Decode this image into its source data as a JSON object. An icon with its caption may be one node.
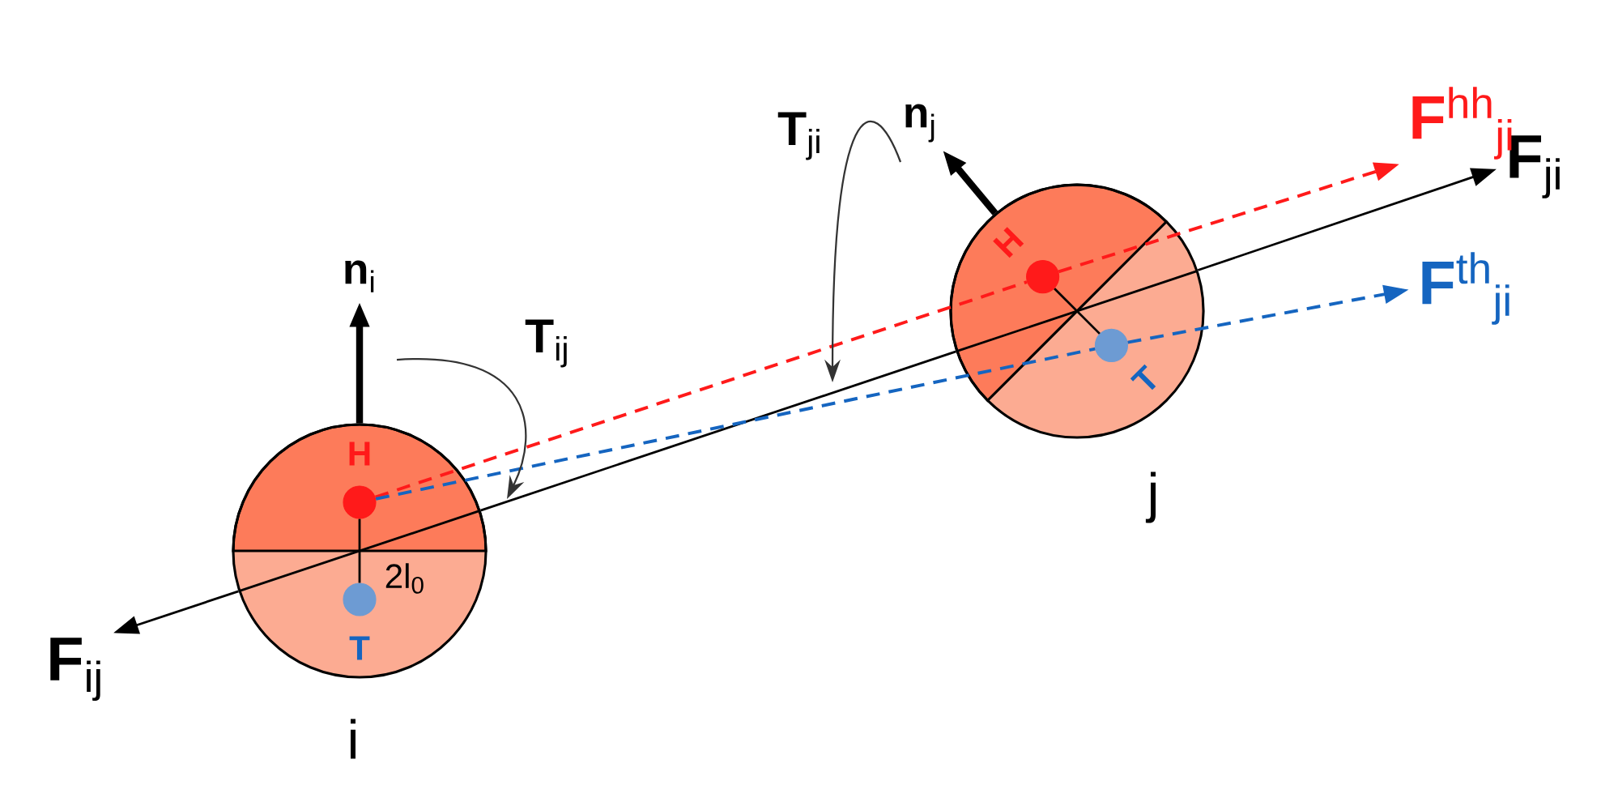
{
  "diagram": {
    "nodes": [
      {
        "text": [
          "H",
          "T"
        ],
        "beside": [
          "i"
        ]
      },
      {
        "text": [],
        "shape": "circle",
        "in": 0
      },
      {
        "text": [],
        "shape": "circle",
        "in": 0
      },
      {
        "text": [
          "H",
          "T"
        ],
        "beside": [
          "j"
        ]
      },
      {
        "text": [],
        "shape": "circle",
        "in": 3
      },
      {
        "text": [],
        "shape": "circle",
        "in": 3
      },
      {
        "text": [
          "**n**$_{i}$"
        ]
      },
      {
        "text": [
          "**n**$_{j}$"
        ]
      },
      {
        "text": [
          "**F**$_{ij}$"
        ]
      },
      {
        "text": [
          "**F**$_{ji}$"
        ]
      },
      {
        "text": [
          "**F**$^{hh}$$_{ji}$"
        ]
      },
      {
        "text": [
          "**F**$^{th}$$_{ji}$"
        ]
      }
    ],
    "edges": [
      {
        "from": 0,
        "to": 8,
        "arrow": "to"
      },
      {
        "from": 0,
        "to": 3,
        "arrow": "none"
      },
      {
        "from": 3,
        "to": 9,
        "arrow": "to"
      },
      {
        "from": 1,
        "to": 4,
        "arrow": "none",
        "style": "dashed",
        "color": "#ff1a1a"
      },
      {
        "from": 4,
        "to": 10,
        "arrow": "to",
        "style": "dashed",
        "color": "#ff1a1a"
      },
      {
        "from": 1,
        "to": 5,
        "arrow": "none",
        "style": "dashed",
        "color": "#1565c0"
      },
      {
        "from": 5,
        "to": 11,
        "arrow": "to",
        "style": "dashed",
        "color": "#1565c0"
      },
      {
        "from": 0,
        "to": 6,
        "arrow": "to",
        "style": "thick"
      },
      {
        "from": 3,
        "to": 7,
        "arrow": "to",
        "style": "thick"
      },
      {
        "from": 1,
        "to": 2,
        "arrow": "none"
      },
      {
        "from": 4,
        "to": 5,
        "arrow": "none"
      }
    ],
    "labels": [
      "**T**$_{ij}$",
      "**T**$_{ji}$",
      "2l$_{0}$"
    ]
  }
}
